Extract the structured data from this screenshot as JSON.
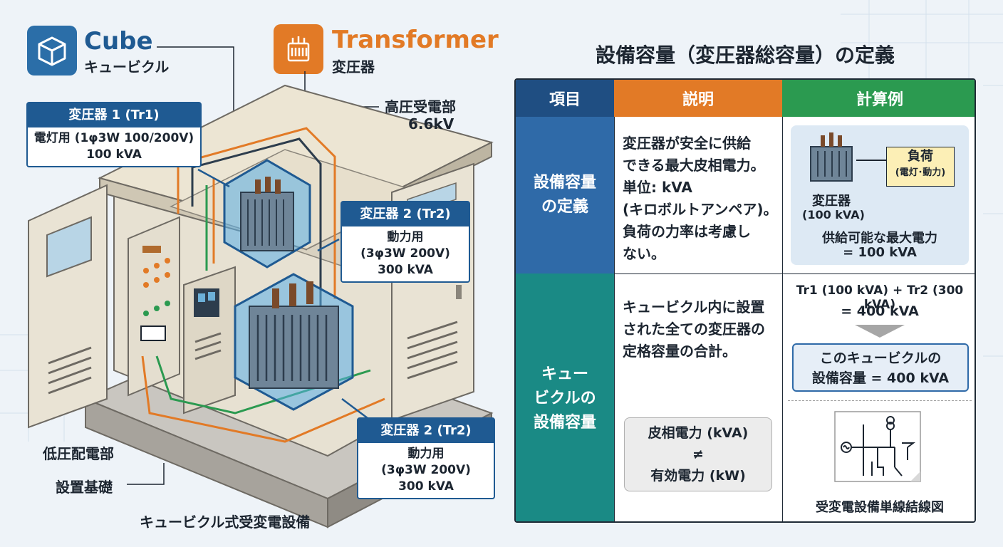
{
  "brand": {
    "cube_title": "Cube",
    "cube_sub": "キュービクル",
    "transformer_title": "Transformer",
    "transformer_sub": "変圧器"
  },
  "labels": {
    "hv": "高圧受電部",
    "hv_voltage": "6.6kV",
    "lv": "低圧配電部",
    "foundation": "設置基礎",
    "caption": "キュービクル式受変電設備"
  },
  "tr1": {
    "head": "変圧器 1 (Tr1)",
    "line1": "電灯用 (1φ3W 100/200V)",
    "line2": "100 kVA"
  },
  "tr2a": {
    "head": "変圧器 2 (Tr2)",
    "line1": "動力用",
    "line2": "(3φ3W 200V)",
    "line3": "300 kVA"
  },
  "tr2b": {
    "head": "変圧器 2 (Tr2)",
    "line1": "動力用",
    "line2": "(3φ3W 200V)",
    "line3": "300 kVA"
  },
  "table": {
    "title": "設備容量（変圧器総容量）の定義",
    "col_item": "項目",
    "col_desc": "説明",
    "col_calc": "計算例",
    "row1_head": [
      "設備容量",
      "の定義"
    ],
    "row1_desc": [
      "変圧器が安全に供給",
      "できる最大皮相電力。",
      "単位: kVA",
      "(キロボルトアンペア)。",
      "負荷の力率は考慮し",
      "ない。"
    ],
    "row1_calc": {
      "load": "負荷",
      "load_sub": "(電灯･動力)",
      "tr_name": "変圧器",
      "tr_cap": "(100 kVA)",
      "max_line1": "供給可能な最大電力",
      "max_line2": "= 100 kVA"
    },
    "row2_head": [
      "キュー",
      "ビクルの",
      "設備容量"
    ],
    "row2_desc": [
      "キュービクル内に設置",
      "された全ての変圧器の",
      "定格容量の合計。"
    ],
    "row2_calc": {
      "sum_line1": "Tr1 (100 kVA) + Tr2 (300 kVA)",
      "sum_line2": "= 400 kVA",
      "result_line1": "このキュービクルの",
      "result_line2": "設備容量 = 400 kVA",
      "diagram_caption": "受変電設備単線結線図"
    },
    "note": {
      "line1": "皮相電力 (kVA)",
      "line2": "≠",
      "line3": "有効電力 (kW)"
    }
  },
  "colors": {
    "navy": "#1f5a92",
    "orange": "#e27a26",
    "green": "#2b9a50",
    "teal": "#1a8a85",
    "blue": "#2f6aa8"
  }
}
